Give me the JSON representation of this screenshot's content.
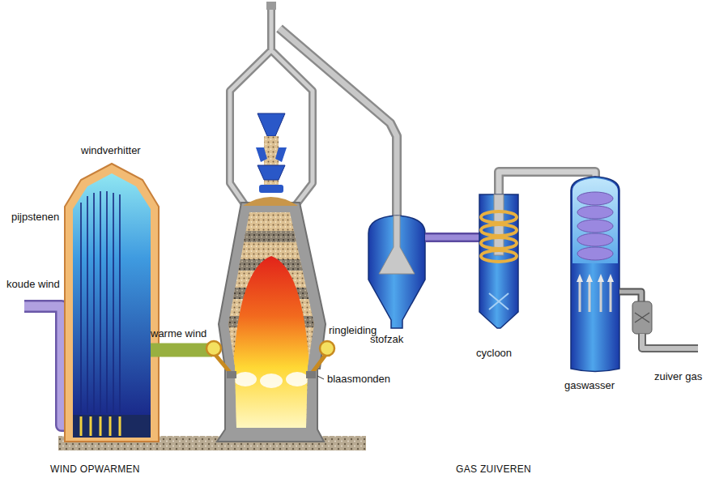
{
  "diagram": {
    "labels": [
      "windverhitter",
      "pijpstenen",
      "koude wind",
      "warme wind",
      "ringleiding",
      "blaasmonden",
      "stofzak",
      "cycloon",
      "gaswasser",
      "zuiver gas",
      "WIND OPWARMEN",
      "GAS ZUIVEREN"
    ]
  }
}
